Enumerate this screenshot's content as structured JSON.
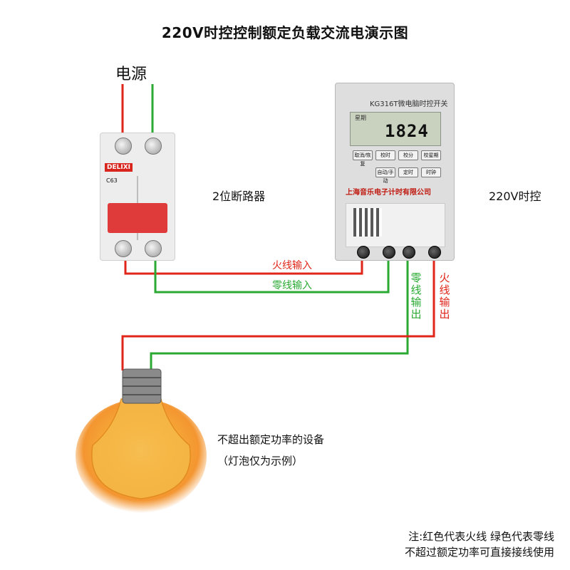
{
  "title": "220V时控控制额定负载交流电演示图",
  "labels": {
    "source": "电源",
    "breaker": "2位断路器",
    "timer": "220V时控",
    "fire_input": "火线输入",
    "zero_input": "零线输入",
    "zero_output": "零线输出",
    "fire_output": "火线输出",
    "device": "不超出额定功率的设备",
    "example": "（灯泡仅为示例）"
  },
  "breaker": {
    "brand": "DELIXI",
    "rating": "C63"
  },
  "timer": {
    "model": "KG316T微电脑时控开关",
    "week_label": "星期",
    "time": "1824",
    "brand": "上海音乐电子计时有限公司",
    "buttons": [
      "取消/恢复",
      "校时",
      "校分",
      "校星期",
      "自动/手动",
      "定时",
      "时钟"
    ]
  },
  "notes": {
    "line1": "注:红色代表火线 绿色代表零线",
    "line2": "不超过额定功率可直接接线使用"
  },
  "colors": {
    "fire": "#e0261a",
    "zero": "#2aaa33"
  }
}
